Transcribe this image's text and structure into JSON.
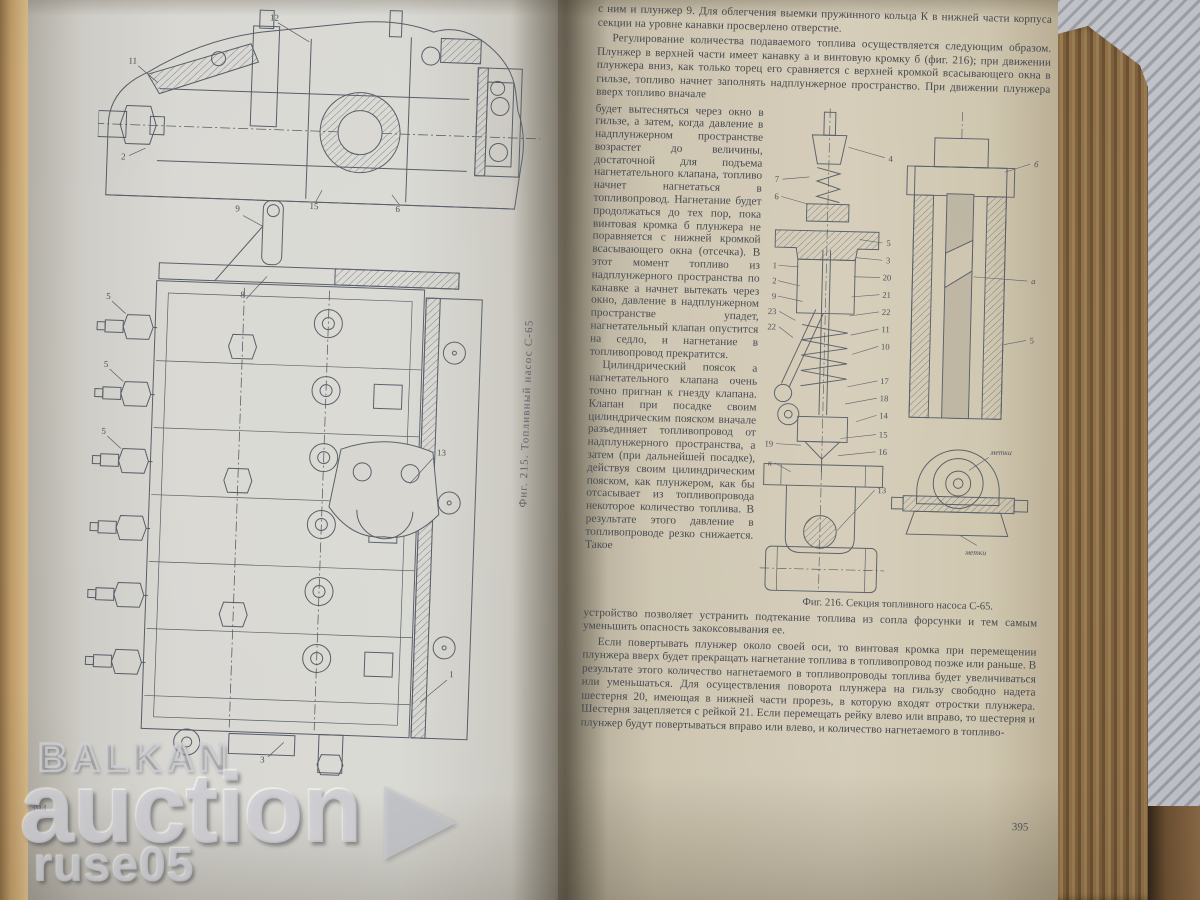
{
  "left_page": {
    "page_number": "394",
    "caption": "Фиг. 215. Топливный насос С-65",
    "top_callouts": [
      "12",
      "11",
      "2",
      "15",
      "6"
    ],
    "bottom_callouts": [
      "9",
      "8",
      "5",
      "5",
      "5",
      "13",
      "1",
      "3"
    ]
  },
  "right_page": {
    "page_number": "395",
    "intro": "с ним и плунжер 9. Для облегчения выемки пружинного кольца К в нижней части корпуса секции на уровне канавки просверлено отверстие.",
    "para1": "Регулирование количества подаваемого топлива осуществляется следующим образом. Плунжер в верхней части имеет канавку а и винтовую кромку б (фиг. 216); при движении плунжера вниз, как только торец его сравняется с верхней кромкой всасывающего окна в гильзе, топливо начнет заполнять надплунжерное пространство. При движении плунжера вверх топливо вначале",
    "column_para1": "будет вытесняться через окно в гильзе, а затем, когда давление в надплунжерном пространстве возрастет до величины, достаточной для подъема нагнетательного клапана, топливо начнет нагнетаться в топливопровод. Нагнетание будет продолжаться до тех пор, пока винтовая кромка б плунжера не поравняется с нижней кромкой всасывающего окна (отсечка). В этот момент топливо из надплунжерного пространства по канавке а начнет вытекать через окно, давление в надплунжерном пространстве упадет, нагнетательный клапан опустится на седло, и нагнетание в топливопровод прекратится.",
    "column_para2": "Цилиндрический поясок а нагнетательного клапана очень точно пригнан к гнезду клапана. Клапан при посадке своим цилиндрическим пояском вначале разъединяет топливопровод от надплунжерного пространства, а затем (при дальнейшей посадке), действуя своим цилиндрическим пояском, как плунжером, как бы отсасывает из топливопровода некоторое количество топлива. В результате этого давление в топливопроводе резко снижается. Такое",
    "para2": "устройство позволяет устранить подтекание топлива из сопла форсунки и тем самым уменьшить опасность закоксовывания ее.",
    "para3": "Если повертывать плунжер около своей оси, то винтовая кромка при перемещении плунжера вверх будет прекращать нагнетание топлива в топливопровод позже или раньше. В результате этого количество нагнетаемого в топливопроводы топлива будет увеличиваться или уменьшаться. Для осуществления поворота плунжера на гильзу свободно надета шестерня 20, имеющая в нижней части прорезь, в которую входят отростки плунжера. Шестерня зацепляется с рейкой 21. Если перемещать рейку влево или вправо, то шестерня и плунжер будут повертываться вправо или влево, и количество нагнетаемого в топливо-",
    "figure": {
      "caption": "Фиг. 216. Секция топливного насоса С-65.",
      "left_callouts": [
        "7",
        "6",
        "1",
        "2",
        "9",
        "23",
        "22",
        "19",
        "к"
      ],
      "mid_callouts": [
        "4",
        "5",
        "3",
        "20",
        "21",
        "22",
        "11",
        "10",
        "17",
        "18",
        "14",
        "15",
        "16",
        "13"
      ],
      "detail_callouts": [
        "б",
        "а",
        "5"
      ],
      "gear_labels": [
        "метки",
        "метки"
      ]
    }
  },
  "watermark": {
    "line1": "BALKAN",
    "line2": "auction",
    "line3": "ruse05",
    "arrow_icon": "right-triangle"
  }
}
